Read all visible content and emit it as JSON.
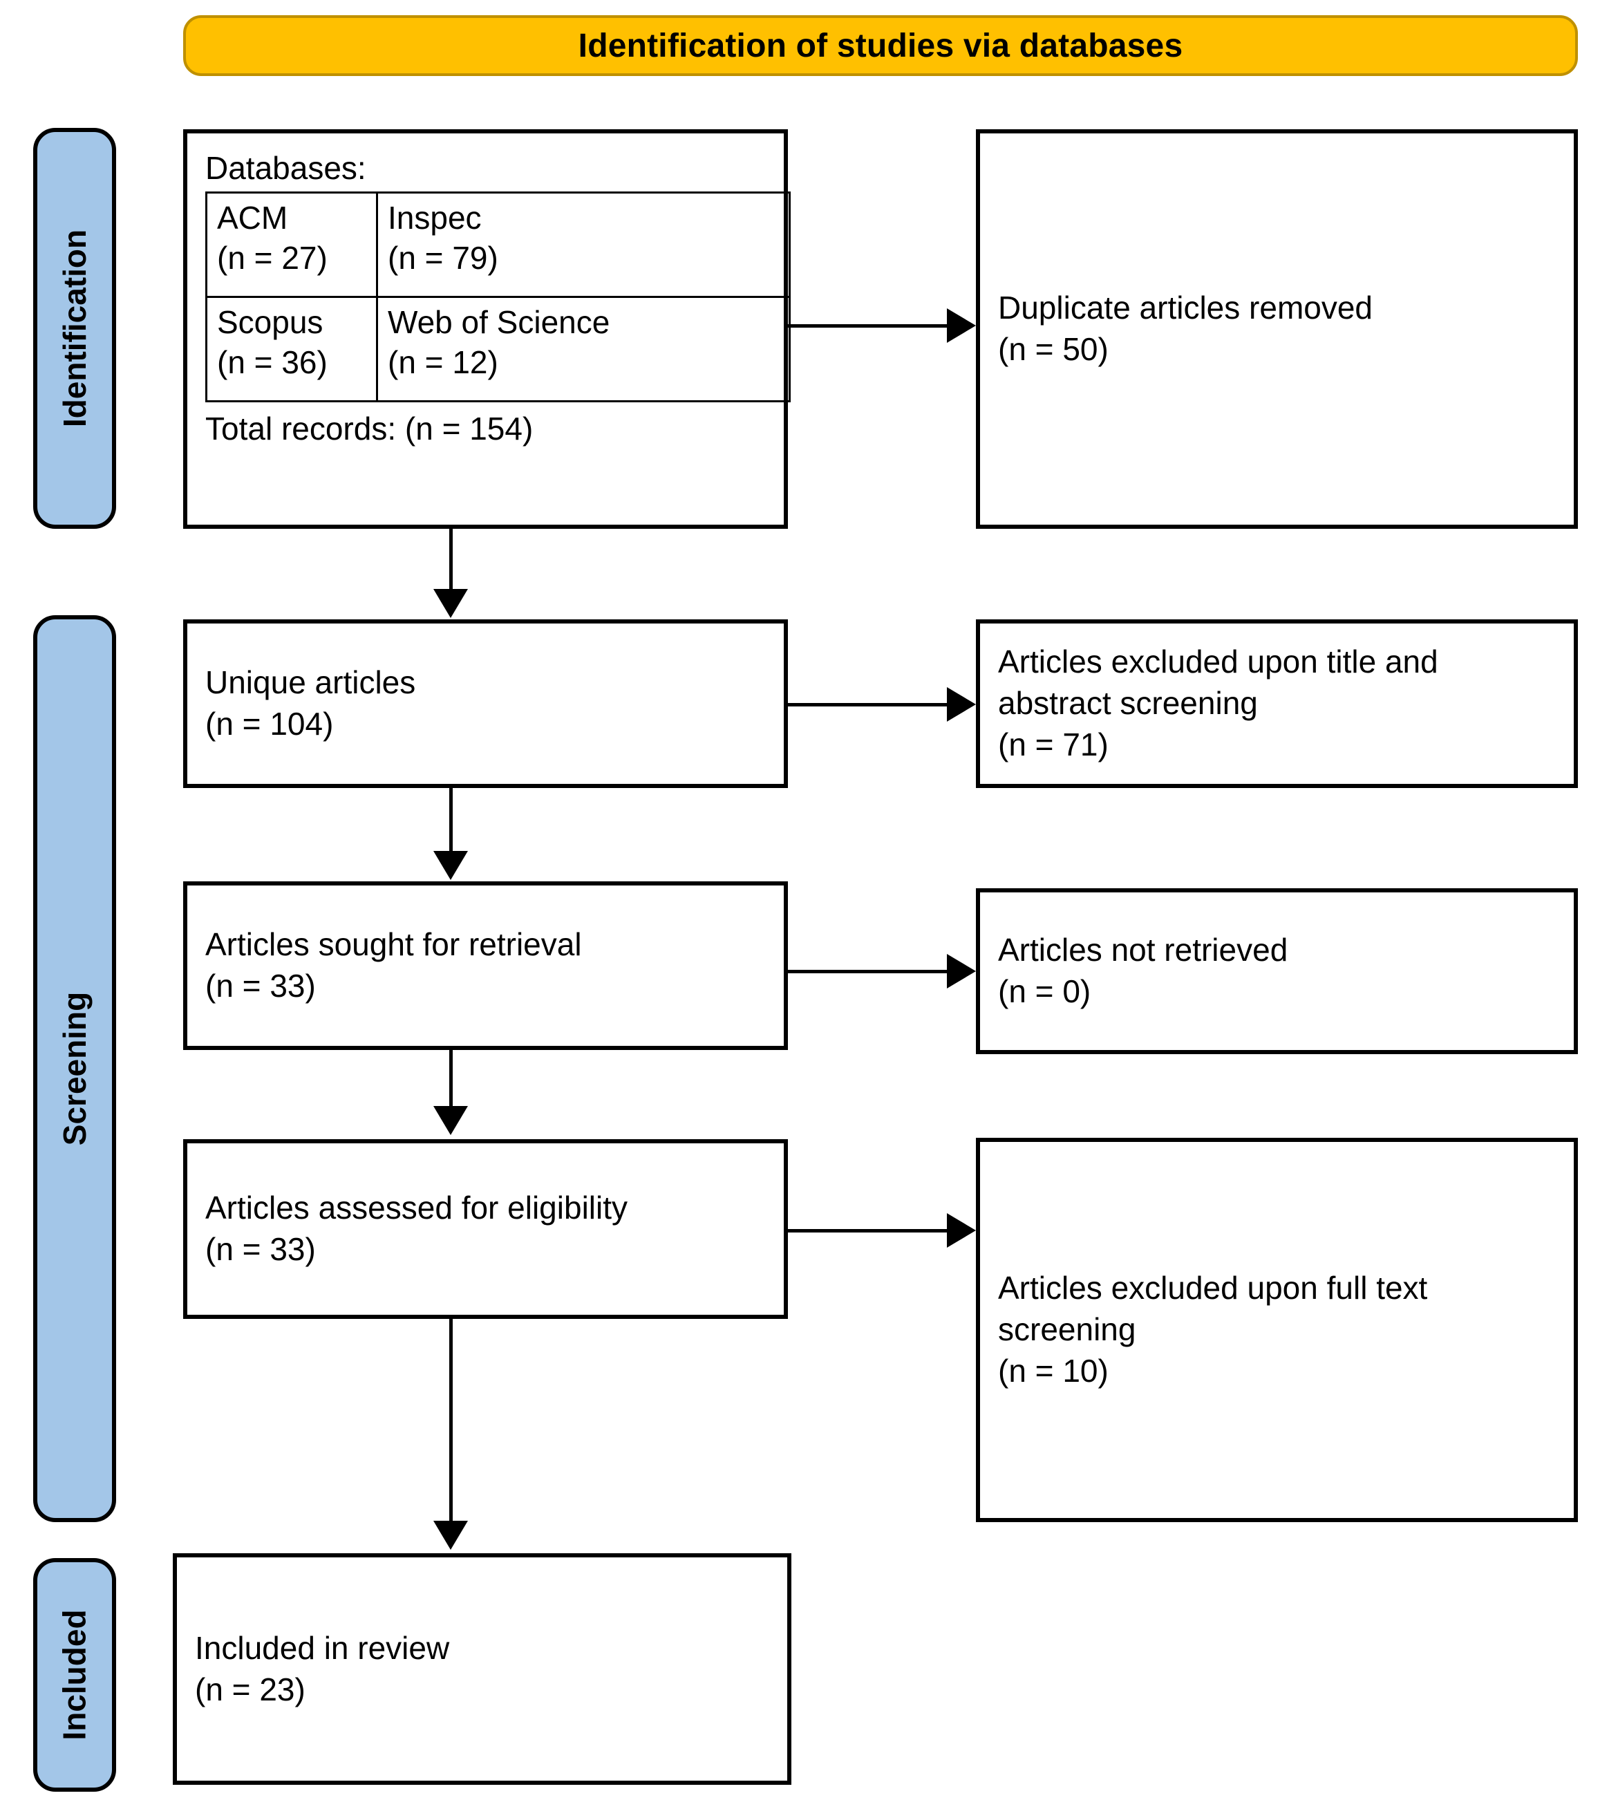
{
  "banner": {
    "title": "Identification of studies via databases",
    "fill_color": "#FFC000",
    "border_color": "#BF9000"
  },
  "phases": [
    {
      "id": "identification",
      "label": "Identification",
      "fill_color": "#A3C6E8"
    },
    {
      "id": "screening",
      "label": "Screening",
      "fill_color": "#A3C6E8"
    },
    {
      "id": "included",
      "label": "Included",
      "fill_color": "#A3C6E8"
    }
  ],
  "identification_box": {
    "heading": "Databases:",
    "databases": [
      {
        "name": "ACM",
        "count": "(n = 27)"
      },
      {
        "name": "Inspec",
        "count": "(n = 79)"
      },
      {
        "name": "Scopus",
        "count": "(n = 36)"
      },
      {
        "name": "Web of Science",
        "count": "(n = 12)"
      }
    ],
    "total_line": "Total records: (n = 154)"
  },
  "boxes": {
    "duplicates_removed": "Duplicate articles removed\n(n = 50)",
    "unique_articles": "Unique articles\n(n = 104)",
    "excluded_title_abstract": "Articles excluded upon title and abstract screening\n(n = 71)",
    "sought_retrieval": "Articles sought for retrieval\n(n = 33)",
    "not_retrieved": "Articles not retrieved\n(n = 0)",
    "assessed_eligibility": "Articles assessed for eligibility\n(n = 33)",
    "excluded_full_text": "Articles excluded upon full text screening\n     (n = 10)",
    "included_in_review": "Included in review\n(n = 23)"
  },
  "chart_data": {
    "type": "diagram",
    "title": "PRISMA flow diagram — Identification of studies via databases",
    "nodes": [
      {
        "id": "databases",
        "phase": "Identification",
        "label": "Databases",
        "records": 154,
        "breakdown": [
          {
            "source": "ACM",
            "n": 27
          },
          {
            "source": "Inspec",
            "n": 79
          },
          {
            "source": "Scopus",
            "n": 36
          },
          {
            "source": "Web of Science",
            "n": 12
          }
        ]
      },
      {
        "id": "duplicates_removed",
        "phase": "Identification",
        "label": "Duplicate articles removed",
        "n": 50
      },
      {
        "id": "unique_articles",
        "phase": "Screening",
        "label": "Unique articles",
        "n": 104
      },
      {
        "id": "excluded_title_abstract",
        "phase": "Screening",
        "label": "Articles excluded upon title and abstract screening",
        "n": 71
      },
      {
        "id": "sought_retrieval",
        "phase": "Screening",
        "label": "Articles sought for retrieval",
        "n": 33
      },
      {
        "id": "not_retrieved",
        "phase": "Screening",
        "label": "Articles not retrieved",
        "n": 0
      },
      {
        "id": "assessed_eligibility",
        "phase": "Screening",
        "label": "Articles assessed for eligibility",
        "n": 33
      },
      {
        "id": "excluded_full_text",
        "phase": "Screening",
        "label": "Articles excluded upon full text screening",
        "n": 10
      },
      {
        "id": "included_in_review",
        "phase": "Included",
        "label": "Included in review",
        "n": 23
      }
    ],
    "edges": [
      {
        "from": "databases",
        "to": "duplicates_removed",
        "direction": "right"
      },
      {
        "from": "databases",
        "to": "unique_articles",
        "direction": "down"
      },
      {
        "from": "unique_articles",
        "to": "excluded_title_abstract",
        "direction": "right"
      },
      {
        "from": "unique_articles",
        "to": "sought_retrieval",
        "direction": "down"
      },
      {
        "from": "sought_retrieval",
        "to": "not_retrieved",
        "direction": "right"
      },
      {
        "from": "sought_retrieval",
        "to": "assessed_eligibility",
        "direction": "down"
      },
      {
        "from": "assessed_eligibility",
        "to": "excluded_full_text",
        "direction": "right"
      },
      {
        "from": "assessed_eligibility",
        "to": "included_in_review",
        "direction": "down"
      }
    ]
  }
}
